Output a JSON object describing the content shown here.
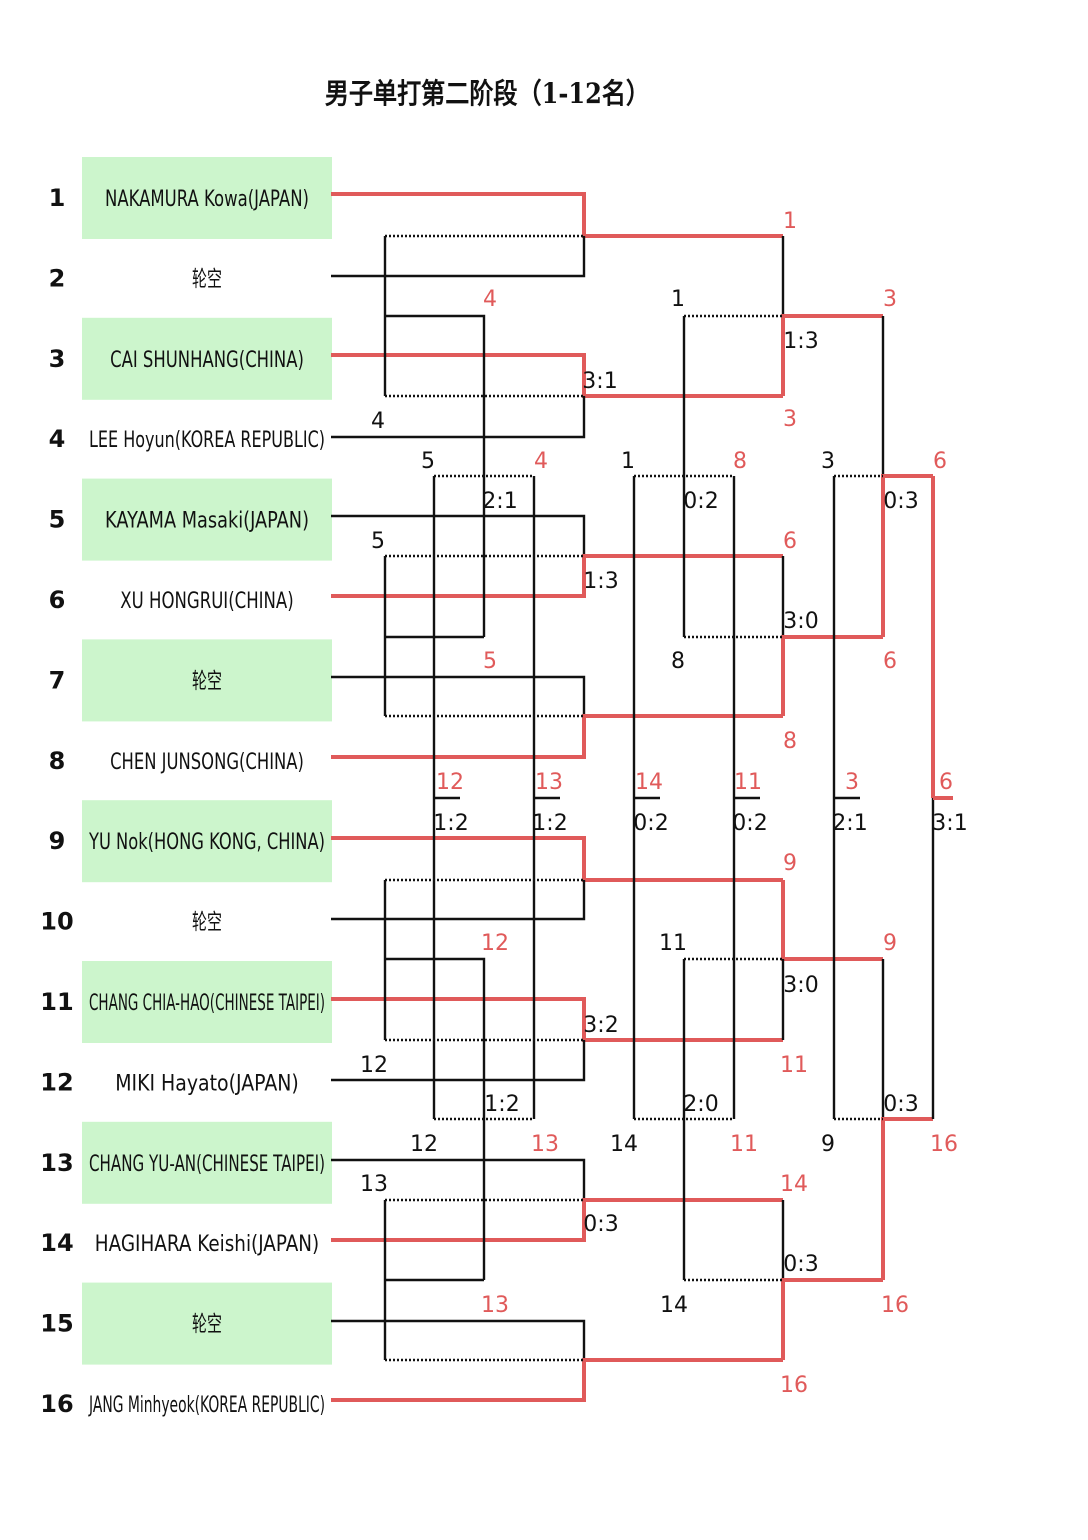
{
  "title": "男子单打第二阶段（1-12名）",
  "colors": {
    "winner_line": "#e05a5a",
    "loser_line": "#111111",
    "highlight_fill": "#ccf5cc"
  },
  "players": [
    {
      "seed": "1",
      "name": "NAKAMURA Kowa(JAPAN)",
      "highlight": true
    },
    {
      "seed": "2",
      "name": "轮空",
      "highlight": false
    },
    {
      "seed": "3",
      "name": "CAI SHUNHANG(CHINA)",
      "highlight": true
    },
    {
      "seed": "4",
      "name": "LEE Hoyun(KOREA REPUBLIC)",
      "highlight": false
    },
    {
      "seed": "5",
      "name": "KAYAMA Masaki(JAPAN)",
      "highlight": true
    },
    {
      "seed": "6",
      "name": "XU HONGRUI(CHINA)",
      "highlight": false
    },
    {
      "seed": "7",
      "name": "轮空",
      "highlight": true
    },
    {
      "seed": "8",
      "name": "CHEN JUNSONG(CHINA)",
      "highlight": false
    },
    {
      "seed": "9",
      "name": "YU Nok(HONG KONG, CHINA)",
      "highlight": true
    },
    {
      "seed": "10",
      "name": "轮空",
      "highlight": false
    },
    {
      "seed": "11",
      "name": "CHANG CHIA-HAO(CHINESE TAIPEI)",
      "highlight": true
    },
    {
      "seed": "12",
      "name": "MIKI Hayato(JAPAN)",
      "highlight": false
    },
    {
      "seed": "13",
      "name": "CHANG YU-AN(CHINESE TAIPEI)",
      "highlight": true
    },
    {
      "seed": "14",
      "name": "HAGIHARA Keishi(JAPAN)",
      "highlight": false
    },
    {
      "seed": "15",
      "name": "轮空",
      "highlight": true
    },
    {
      "seed": "16",
      "name": "JANG Minhyeok(KOREA REPUBLIC)",
      "highlight": false
    }
  ],
  "labels": [
    {
      "t": "1",
      "c": "red"
    },
    {
      "t": "4",
      "c": "red"
    },
    {
      "t": "1",
      "c": "blk"
    },
    {
      "t": "3",
      "c": "red"
    },
    {
      "t": "1:3",
      "c": "blk"
    },
    {
      "t": "3:1",
      "c": "blk"
    },
    {
      "t": "3",
      "c": "red"
    },
    {
      "t": "4",
      "c": "blk"
    },
    {
      "t": "5",
      "c": "blk"
    },
    {
      "t": "4",
      "c": "red"
    },
    {
      "t": "1",
      "c": "blk"
    },
    {
      "t": "8",
      "c": "red"
    },
    {
      "t": "3",
      "c": "blk"
    },
    {
      "t": "6",
      "c": "red"
    },
    {
      "t": "2:1",
      "c": "blk"
    },
    {
      "t": "0:2",
      "c": "blk"
    },
    {
      "t": "0:3",
      "c": "blk"
    },
    {
      "t": "5",
      "c": "blk"
    },
    {
      "t": "6",
      "c": "red"
    },
    {
      "t": "1:3",
      "c": "blk"
    },
    {
      "t": "3:0",
      "c": "blk"
    },
    {
      "t": "5",
      "c": "red"
    },
    {
      "t": "8",
      "c": "blk"
    },
    {
      "t": "6",
      "c": "red"
    },
    {
      "t": "8",
      "c": "red"
    },
    {
      "t": "12",
      "c": "red"
    },
    {
      "t": "13",
      "c": "red"
    },
    {
      "t": "14",
      "c": "red"
    },
    {
      "t": "11",
      "c": "red"
    },
    {
      "t": "3",
      "c": "red"
    },
    {
      "t": "6",
      "c": "red"
    },
    {
      "t": "1:2",
      "c": "blk"
    },
    {
      "t": "1:2",
      "c": "blk"
    },
    {
      "t": "0:2",
      "c": "blk"
    },
    {
      "t": "0:2",
      "c": "blk"
    },
    {
      "t": "2:1",
      "c": "blk"
    },
    {
      "t": "3:1",
      "c": "blk"
    },
    {
      "t": "9",
      "c": "red"
    },
    {
      "t": "12",
      "c": "red"
    },
    {
      "t": "11",
      "c": "blk"
    },
    {
      "t": "9",
      "c": "red"
    },
    {
      "t": "3:0",
      "c": "blk"
    },
    {
      "t": "3:2",
      "c": "blk"
    },
    {
      "t": "12",
      "c": "blk"
    },
    {
      "t": "11",
      "c": "red"
    },
    {
      "t": "1:2",
      "c": "blk"
    },
    {
      "t": "2:0",
      "c": "blk"
    },
    {
      "t": "0:3",
      "c": "blk"
    },
    {
      "t": "12",
      "c": "blk"
    },
    {
      "t": "13",
      "c": "red"
    },
    {
      "t": "14",
      "c": "blk"
    },
    {
      "t": "11",
      "c": "red"
    },
    {
      "t": "9",
      "c": "blk"
    },
    {
      "t": "16",
      "c": "red"
    },
    {
      "t": "13",
      "c": "blk"
    },
    {
      "t": "14",
      "c": "red"
    },
    {
      "t": "0:3",
      "c": "blk"
    },
    {
      "t": "0:3",
      "c": "blk"
    },
    {
      "t": "13",
      "c": "red"
    },
    {
      "t": "14",
      "c": "blk"
    },
    {
      "t": "16",
      "c": "red"
    },
    {
      "t": "16",
      "c": "red"
    }
  ]
}
